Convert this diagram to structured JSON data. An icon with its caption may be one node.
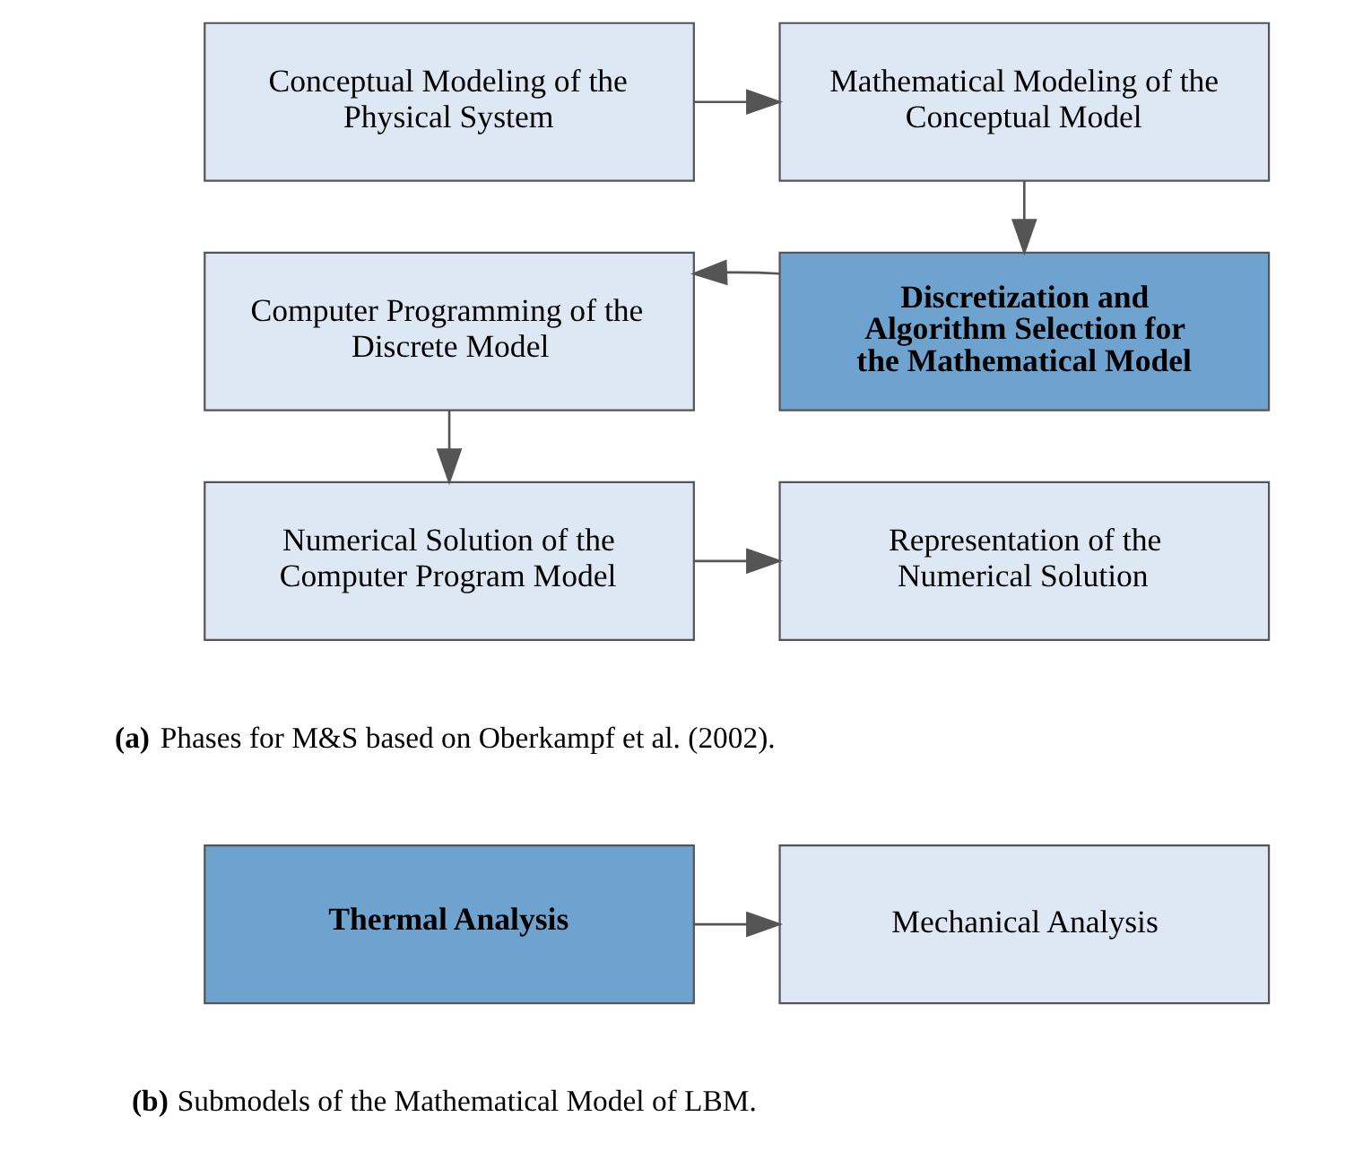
{
  "diagram": {
    "nodes": [
      {
        "text": [
          "Conceptual Modeling of the Physical System"
        ]
      },
      {
        "text": [
          "Mathematical Modeling of the Conceptual Model"
        ]
      },
      {
        "text": [
          "Computer Programming of the Discrete Model"
        ]
      },
      {
        "text": [
          "Discretization and Algorithm Selection for the Mathematical Model"
        ]
      },
      {
        "text": [
          "Numerical Solution of the Computer Program Model"
        ]
      },
      {
        "text": [
          "Representation of the Numerical Solution"
        ]
      },
      {
        "text": [
          "Thermal Analysis"
        ]
      },
      {
        "text": [
          "Mechanical Analysis"
        ]
      }
    ],
    "edges": [
      {
        "from": 0,
        "to": 1,
        "arrow": "to"
      },
      {
        "from": 1,
        "to": 3,
        "arrow": "to"
      },
      {
        "from": 3,
        "to": 2,
        "arrow": "to"
      },
      {
        "from": 2,
        "to": 4,
        "arrow": "to"
      },
      {
        "from": 4,
        "to": 5,
        "arrow": "to"
      },
      {
        "from": 6,
        "to": 7,
        "arrow": "to"
      }
    ],
    "labels": [
      "**(a)** Phases for M&S based on Oberkampf et al. (2002).",
      "**(b)** Submodels of the Mathematical Model of LBM."
    ]
  }
}
